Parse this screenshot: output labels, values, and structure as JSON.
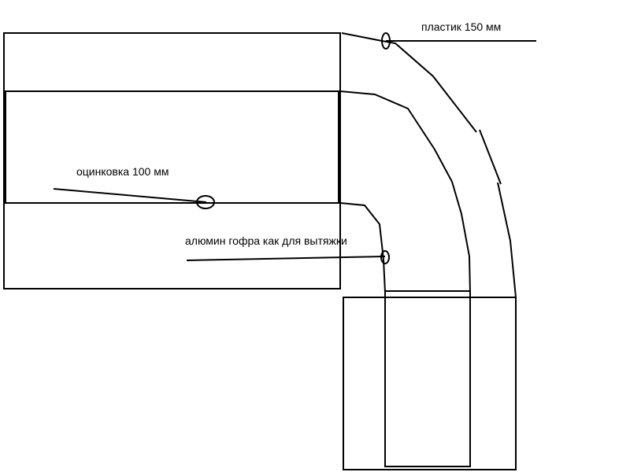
{
  "labels": {
    "plastic": "пластик 150 мм",
    "galvanized": "оцинковка 100 мм",
    "aluminum": "алюмин гофра как для вытяжки"
  },
  "colors": {
    "stroke": "#000000",
    "background": "#ffffff"
  }
}
